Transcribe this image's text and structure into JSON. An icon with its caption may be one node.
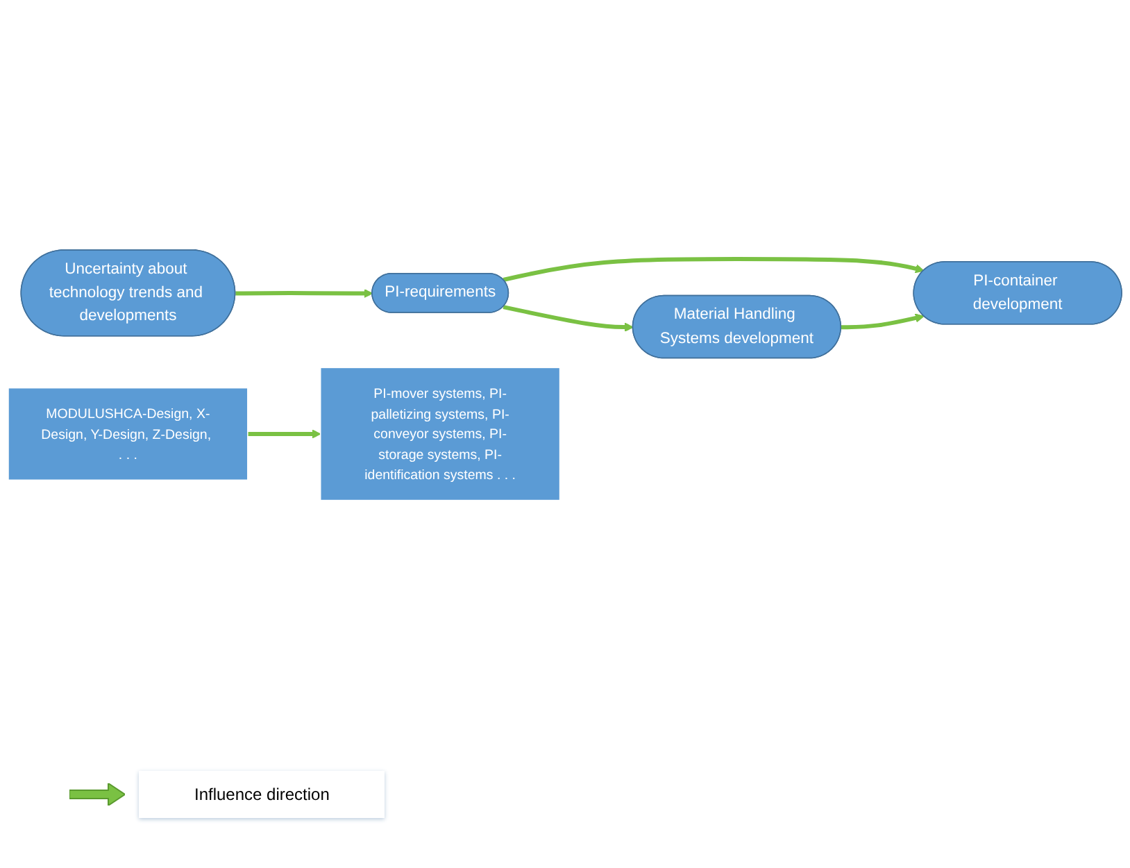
{
  "diagram": {
    "nodes": [
      {
        "text": [
          "PI-container development"
        ]
      },
      {
        "text": [
          "MODULUSHCA-Design, X-Design, Y-Design, Z-Design, . . ."
        ]
      },
      {
        "text": [
          "PI-requirements"
        ]
      },
      {
        "text": [
          "Material Handling Systems development"
        ]
      },
      {
        "text": [
          "PI-mover systems, PI-palletizing systems, PI-conveyor systems, PI-storage systems, PI-identification systems . . ."
        ]
      },
      {
        "text": [
          "Uncertainty about technology trends and developments"
        ]
      }
    ],
    "edges": [
      {
        "from": 2,
        "to": 0,
        "arrow": "to"
      },
      {
        "from": 2,
        "to": 3,
        "arrow": "to"
      },
      {
        "from": 5,
        "to": 2,
        "arrow": "to"
      },
      {
        "from": 3,
        "to": 0,
        "arrow": "to"
      },
      {
        "from": 1,
        "to": 4,
        "arrow": "to"
      }
    ],
    "legend": [
      {
        "text": "Influence direction"
      }
    ]
  }
}
